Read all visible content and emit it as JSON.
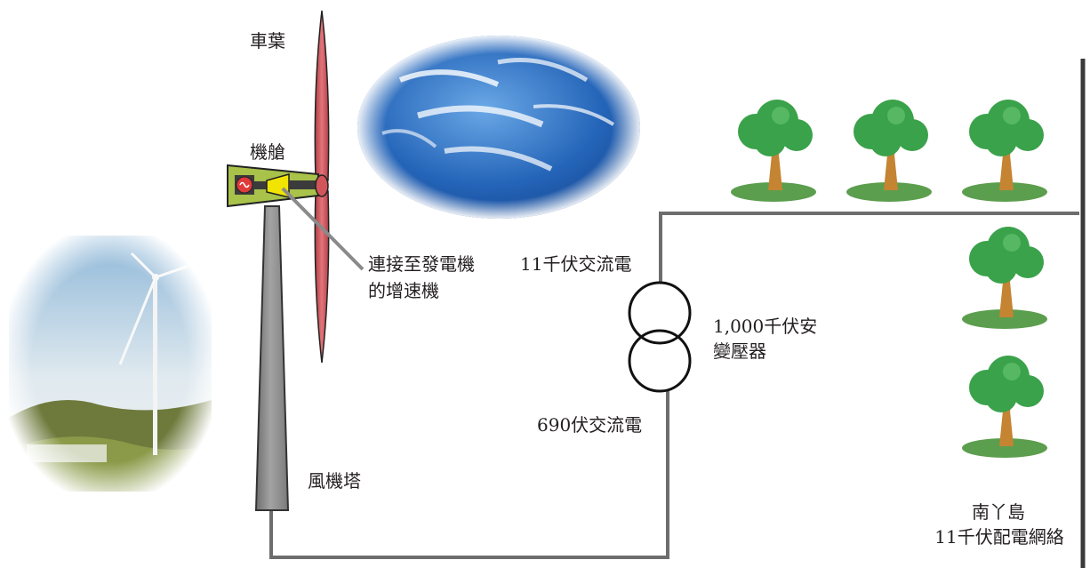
{
  "labels": {
    "blades": "車葉",
    "nacelle": "機艙",
    "gearbox_line1": "連接至發電機",
    "gearbox_line2": "的增速機",
    "tower": "風機塔",
    "voltage_11kv": "11千伏交流電",
    "voltage_690v": "690伏交流電",
    "transformer_line1": "1,000千伏安",
    "transformer_line2": "變壓器",
    "island": "南丫島",
    "grid": "11千伏配電網絡"
  },
  "colors": {
    "blade": "#d2555a",
    "nacelle": "#a8c24a",
    "gearbox": "#f1e400",
    "tower": "#8c8c8c",
    "wire": "#6d6d6d",
    "tree_leaf": "#3aa24a",
    "tree_trunk": "#c48432",
    "ground": "#5b9e4e",
    "sky": "#2f78c8"
  },
  "icons": [
    "wind-turbine-photo",
    "sky-cloud-image",
    "generator-icon",
    "tree-icon"
  ]
}
